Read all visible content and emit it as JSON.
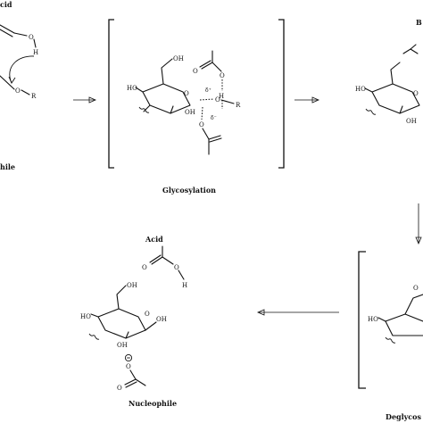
{
  "labels": {
    "acid_top": "cid",
    "nucleophile_top": "hile",
    "glycosylation": "Glycosylation",
    "base_top_right": "B",
    "deglycosylation": "Deglycos",
    "acid_bottom": "Acid",
    "nucleophile_bottom": "Nucleophile"
  },
  "atoms": {
    "O": "O",
    "H": "H",
    "R": "R",
    "OH": "OH",
    "HO": "HO",
    "delta_plus": "δ⁺",
    "delta_minus": "δ⁻",
    "minus": "−"
  }
}
